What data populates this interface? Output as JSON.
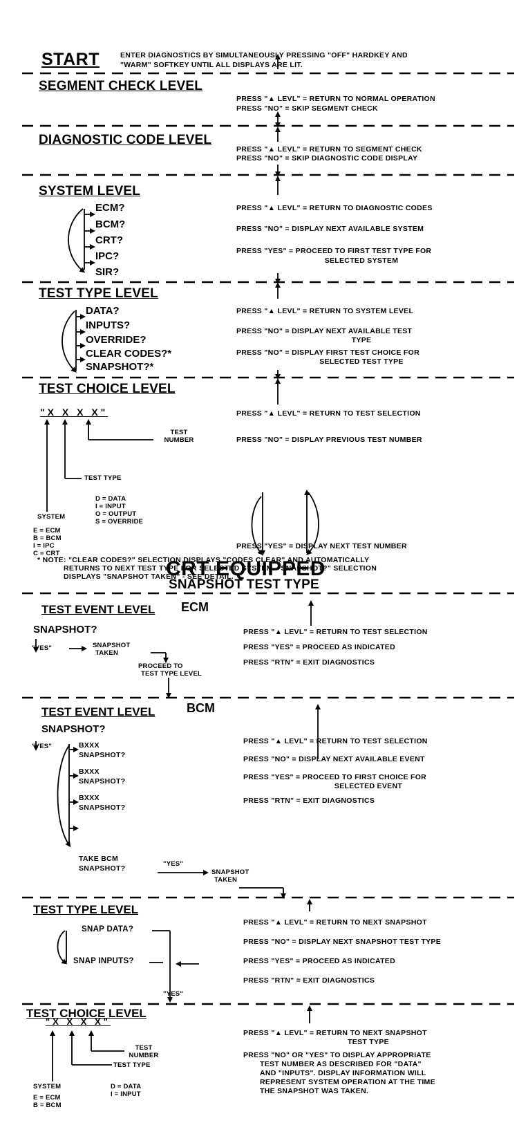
{
  "start": {
    "title": "START",
    "text1": "ENTER DIAGNOSTICS BY SIMULTANEOUSLY PRESSING \"OFF\" HARDKEY AND",
    "text2": "\"WARM\" SOFTKEY UNTIL ALL DISPLAYS ARE LIT."
  },
  "segment_check": {
    "title": "SEGMENT CHECK LEVEL",
    "press1": "PRESS \"▲ LEVL\" = RETURN TO NORMAL OPERATION",
    "press2": "PRESS \"NO\" = SKIP SEGMENT CHECK"
  },
  "diagnostic_code": {
    "title": "DIAGNOSTIC CODE LEVEL",
    "press1": "PRESS \"▲ LEVL\" = RETURN TO SEGMENT CHECK",
    "press2": "PRESS \"NO\" = SKIP DIAGNOSTIC CODE DISPLAY"
  },
  "system_level": {
    "title": "SYSTEM LEVEL",
    "items": [
      "ECM?",
      "BCM?",
      "CRT?",
      "IPC?",
      "SIR?"
    ],
    "press1": "PRESS \"▲ LEVL\" = RETURN TO DIAGNOSTIC CODES",
    "press2": "PRESS \"NO\" = DISPLAY NEXT AVAILABLE SYSTEM",
    "press3a": "PRESS \"YES\" = PROCEED TO FIRST TEST TYPE FOR",
    "press3b": "SELECTED SYSTEM"
  },
  "test_type_level": {
    "title": "TEST TYPE LEVEL",
    "items": [
      "DATA?",
      "INPUTS?",
      "OVERRIDE?",
      "CLEAR CODES?*",
      "SNAPSHOT?*"
    ],
    "press1": "PRESS \"▲ LEVL\" = RETURN TO SYSTEM LEVEL",
    "press2a": "PRESS \"NO\" = DISPLAY NEXT AVAILABLE TEST",
    "press2b": "TYPE",
    "press3a": "PRESS \"NO\" = DISPLAY FIRST TEST CHOICE FOR",
    "press3b": "SELECTED TEST TYPE"
  },
  "test_choice_level": {
    "title": "TEST CHOICE LEVEL",
    "code": "\"X X X X\"",
    "test_number_1": "TEST",
    "test_number_2": "NUMBER",
    "test_type": "TEST TYPE",
    "types": [
      "D = DATA",
      "I = INPUT",
      "O = OUTPUT",
      "S = OVERRIDE"
    ],
    "system": "SYSTEM",
    "systems": [
      "E = ECM",
      "B = BCM",
      "I = IPC",
      "C = CRT"
    ],
    "press1": "PRESS \"▲ LEVL\" = RETURN TO TEST SELECTION",
    "press2": "PRESS \"NO\" = DISPLAY PREVIOUS TEST NUMBER",
    "press3": "PRESS \"YES\" = DISPLAY NEXT TEST NUMBER",
    "note1": "* NOTE: \"CLEAR CODES?\" SELECTION DISPLAYS \"CODES CLEAR\" AND AUTOMATICALLY",
    "note2": "RETURNS TO NEXT TEST TYPE FOR SELECTED SYSTEM. \"SNAPSHOT?\" SELECTION",
    "note3": "DISPLAYS \"SNAPSHOT TAKEN\" - SEE DETAIL."
  },
  "crt": {
    "title": "CRT EQUIPPED",
    "subtitle": "SNAPSHOT TEST TYPE"
  },
  "ecm_event": {
    "title": "TEST EVENT LEVEL",
    "tag": "ECM",
    "snapshot": "SNAPSHOT?",
    "yes": "\"YES\"",
    "taken1": "SNAPSHOT",
    "taken2": "TAKEN",
    "proceed1": "PROCEED TO",
    "proceed2": "TEST TYPE LEVEL",
    "press1": "PRESS \"▲ LEVL\" = RETURN TO TEST SELECTION",
    "press2": "PRESS \"YES\" = PROCEED AS INDICATED",
    "press3": "PRESS \"RTN\" = EXIT DIAGNOSTICS"
  },
  "bcm_event": {
    "title": "TEST EVENT LEVEL",
    "tag": "BCM",
    "snapshot": "SNAPSHOT?",
    "yes": "\"YES\"",
    "items": [
      "BXXX",
      "SNAPSHOT?",
      "BXXX",
      "SNAPSHOT?",
      "BXXX",
      "SNAPSHOT?"
    ],
    "take1": "TAKE BCM",
    "take2": "SNAPSHOT?",
    "yes2": "\"YES\"",
    "taken1": "SNAPSHOT",
    "taken2": "TAKEN",
    "press1": "PRESS \"▲ LEVL\" = RETURN TO TEST SELECTION",
    "press2": "PRESS \"NO\" = DISPLAY NEXT AVAILABLE EVENT",
    "press3a": "PRESS \"YES\" = PROCEED TO FIRST CHOICE FOR",
    "press3b": "SELECTED EVENT",
    "press4": "PRESS \"RTN\" = EXIT DIAGNOSTICS"
  },
  "snap_type": {
    "title": "TEST TYPE LEVEL",
    "item1": "SNAP DATA?",
    "item2": "SNAP INPUTS?",
    "yes": "\"YES\"",
    "press1": "PRESS \"▲ LEVL\" = RETURN TO NEXT SNAPSHOT",
    "press2": "PRESS \"NO\" = DISPLAY NEXT SNAPSHOT TEST TYPE",
    "press3": "PRESS \"YES\" = PROCEED AS INDICATED",
    "press4": "PRESS \"RTN\" = EXIT DIAGNOSTICS"
  },
  "snap_choice": {
    "title": "TEST CHOICE LEVEL",
    "code": "\"X X X X\"",
    "test_number_1": "TEST",
    "test_number_2": "NUMBER",
    "test_type": "TEST TYPE",
    "system": "SYSTEM",
    "systems": [
      "E = ECM",
      "B = BCM"
    ],
    "types": [
      "D = DATA",
      "I = INPUT"
    ],
    "press1a": "PRESS \"▲ LEVL\" = RETURN TO NEXT SNAPSHOT",
    "press1b": "TEST TYPE",
    "press2a": "PRESS \"NO\" OR \"YES\" TO DISPLAY APPROPRIATE",
    "press2b": "TEST NUMBER AS DESCRIBED FOR \"DATA\"",
    "press2c": "AND \"INPUTS\". DISPLAY INFORMATION WILL",
    "press2d": "REPRESENT SYSTEM OPERATION AT THE TIME",
    "press2e": "THE SNAPSHOT WAS TAKEN."
  }
}
